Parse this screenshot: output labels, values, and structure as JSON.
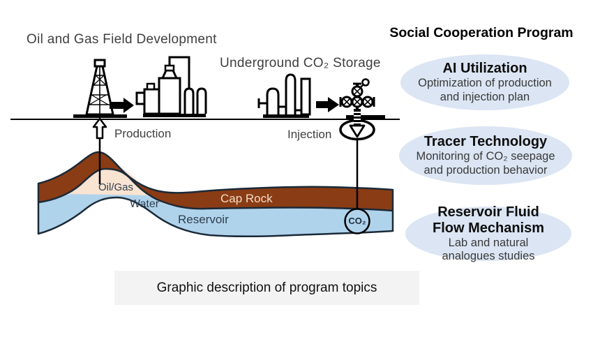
{
  "diagram": {
    "title_left": "Oil and Gas Field Development",
    "title_storage": "Underground CO₂ Storage",
    "label_production": "Production",
    "label_injection": "Injection",
    "label_oil_gas": "Oil/Gas",
    "label_water": "Water",
    "label_cap_rock": "Cap Rock",
    "label_reservoir": "Reservoir",
    "label_co2": "CO₂"
  },
  "program": {
    "title": "Social Cooperation Program",
    "bubbles": [
      {
        "title": "AI Utilization",
        "body": "Optimization of production and injection plan"
      },
      {
        "title": "Tracer Technology",
        "body": "Monitoring of CO₂ seepage and production behavior"
      },
      {
        "title": "Reservoir Fluid Flow Mechanism",
        "body": "Lab and natural analogues studies"
      }
    ]
  },
  "caption": "Graphic description of program topics",
  "colors": {
    "cap_rock": "#8a3c15",
    "reservoir": "#b0d3ec",
    "oil_gas": "#f9e3d1",
    "bubble_fill": "#dbe5f3",
    "caption_bg": "#f3f3f3",
    "outline": "#1b2a38"
  }
}
